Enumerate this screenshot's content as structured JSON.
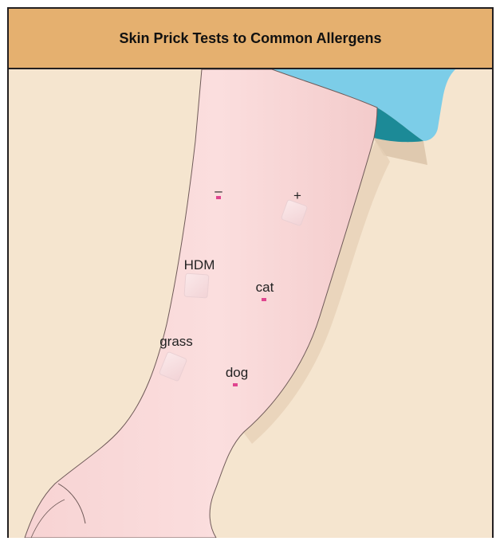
{
  "title": "Skin Prick Tests to Common Allergens",
  "sites": [
    {
      "label": "–",
      "reaction": "none"
    },
    {
      "label": "+",
      "reaction": "wheal"
    },
    {
      "label": "HDM",
      "reaction": "wheal"
    },
    {
      "label": "cat",
      "reaction": "none"
    },
    {
      "label": "grass",
      "reaction": "wheal"
    },
    {
      "label": "dog",
      "reaction": "none"
    }
  ],
  "colors": {
    "background": "#f5e5cf",
    "title_bar": "#e5b06f",
    "skin": "#f9dada",
    "sleeve": "#7ccde8",
    "sleeve_cuff": "#1c8a97",
    "prick_mark": "#e0458f"
  }
}
